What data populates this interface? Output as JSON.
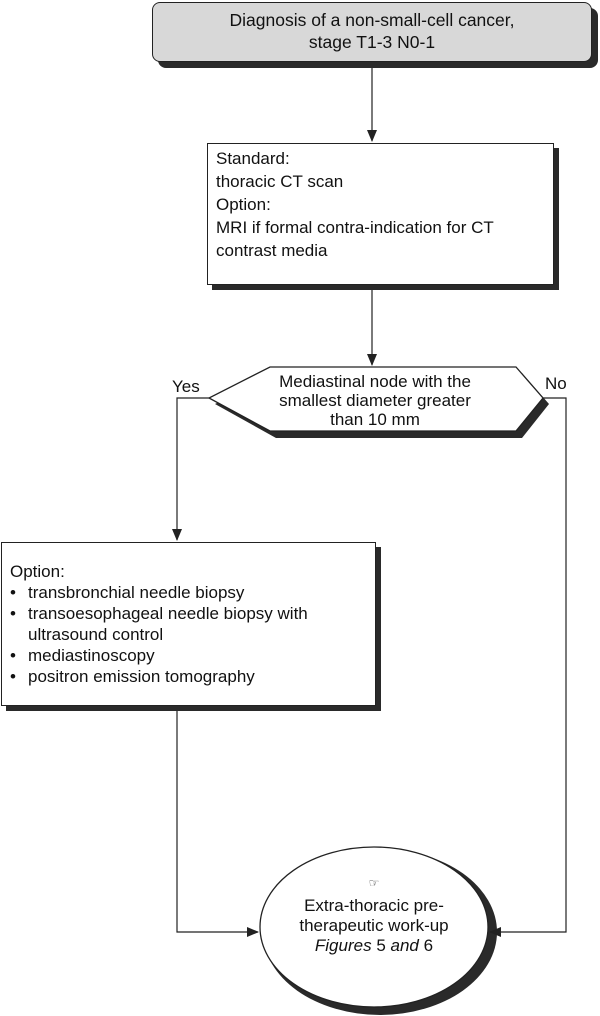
{
  "start": {
    "line1": "Diagnosis of a non-small-cell cancer,",
    "line2": "stage T1-3 N0-1"
  },
  "standard": {
    "standard_label": "Standard:",
    "standard_item": "thoracic CT scan",
    "option_label": "Option:",
    "option_line1": "MRI if formal contra-indication for CT",
    "option_line2": "contrast media"
  },
  "decision": {
    "line1": "Mediastinal node with the",
    "line2": "smallest diameter greater",
    "line3": "than 10 mm",
    "yes": "Yes",
    "no": "No"
  },
  "options": {
    "label": "Option:",
    "items": [
      "transbronchial needle biopsy",
      "transoesophageal needle biopsy with",
      "ultrasound control",
      "mediastinoscopy",
      "positron emission tomography"
    ]
  },
  "end": {
    "icon": "pointing-hand-icon",
    "line1": "Extra-thoracic pre-",
    "line2": "therapeutic work-up",
    "fig_word": "Figures",
    "fig_a": "5",
    "and_word": "and",
    "fig_b": "6"
  }
}
